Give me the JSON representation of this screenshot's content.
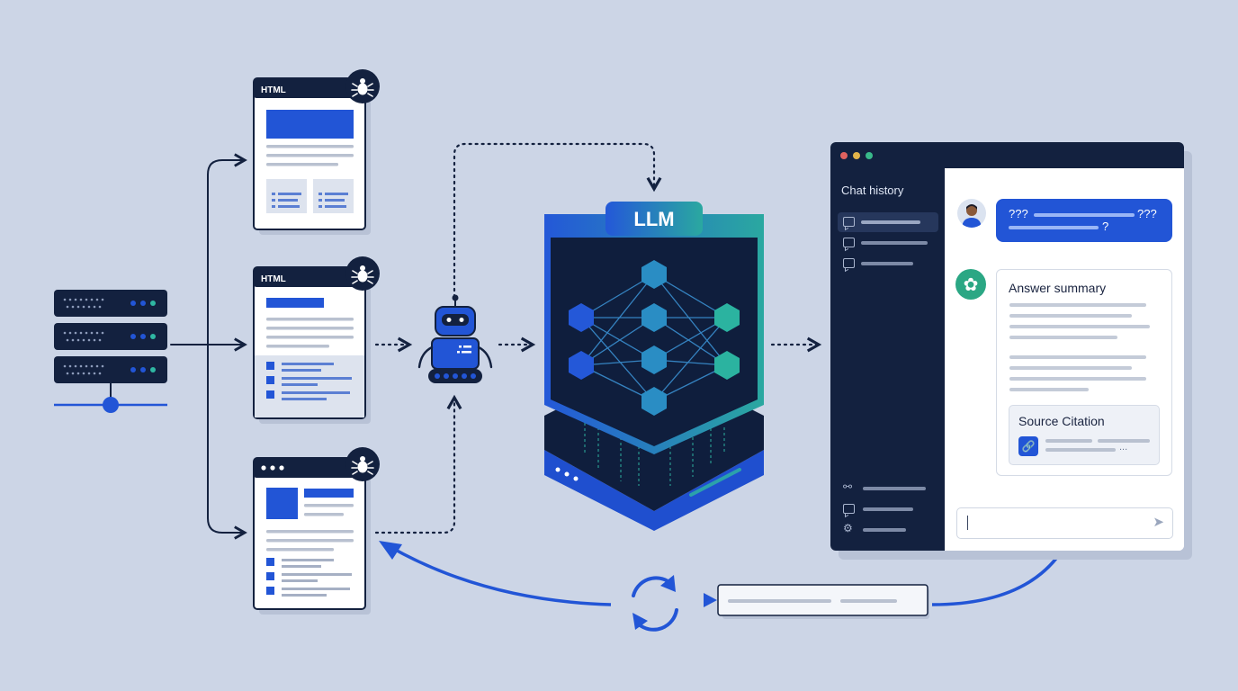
{
  "colors": {
    "background": "#ccd5e6",
    "navy": "#13213f",
    "brand_blue": "#2255d6",
    "teal": "#2ba5a0",
    "openai_green": "#2ba784"
  },
  "pages": [
    {
      "header": "HTML",
      "bug_icon": "bug-icon"
    },
    {
      "header": "HTML",
      "bug_icon": "bug-icon"
    },
    {
      "header": "",
      "window_dots": 3,
      "bug_icon": "bug-icon"
    }
  ],
  "llm": {
    "label": "LLM"
  },
  "chat": {
    "sidebar_title": "Chat history",
    "user_question": {
      "start": "???",
      "end": "???",
      "second_end": "?"
    },
    "answer_title": "Answer summary",
    "citation_title": "Source Citation",
    "citation_ellipsis": "...",
    "icons": [
      "chat-icon",
      "link-icon",
      "settings-icon",
      "send-icon",
      "openai-icon",
      "user-avatar"
    ]
  },
  "feedback": {
    "icon": "refresh-icon"
  }
}
